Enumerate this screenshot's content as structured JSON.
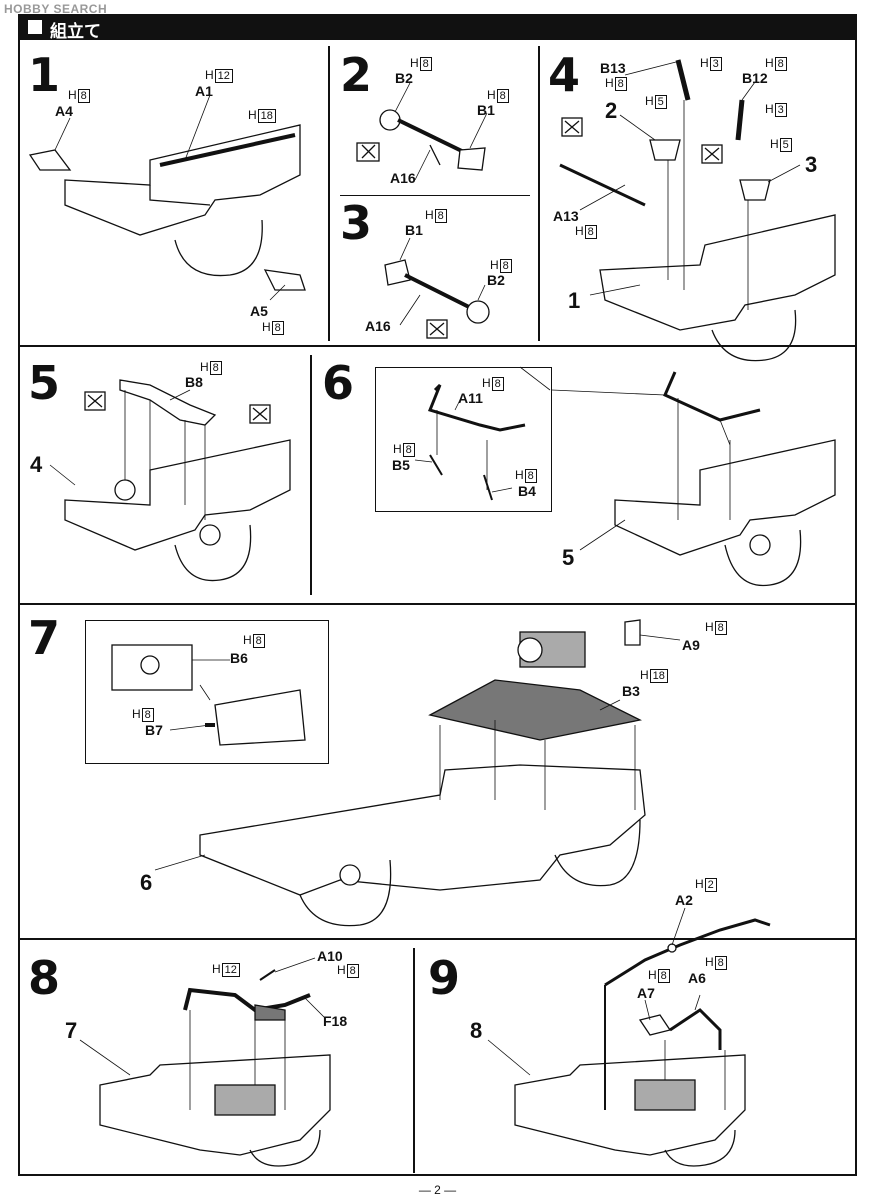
{
  "logo_text": "HOBBY SEARCH",
  "section_title": "組立て",
  "page_number": "— 2 —",
  "steps": [
    {
      "num": "1"
    },
    {
      "num": "2"
    },
    {
      "num": "3"
    },
    {
      "num": "4"
    },
    {
      "num": "5"
    },
    {
      "num": "6"
    },
    {
      "num": "7"
    },
    {
      "num": "8"
    },
    {
      "num": "9"
    }
  ],
  "labels": {
    "s1_a1": "A1",
    "s1_a4": "A4",
    "s1_a5": "A5",
    "s2_b2": "B2",
    "s2_b1": "B1",
    "s2_a16": "A16",
    "s3_b1": "B1",
    "s3_b2": "B2",
    "s3_a16": "A16",
    "s4_b13": "B13",
    "s4_b12": "B12",
    "s4_2": "2",
    "s4_3": "3",
    "s4_a13": "A13",
    "s4_1": "1",
    "s5_b8": "B8",
    "s5_4": "4",
    "s6_a11": "A11",
    "s6_b5": "B5",
    "s6_b4": "B4",
    "s6_5": "5",
    "s7_b6": "B6",
    "s7_b7": "B7",
    "s7_a9": "A9",
    "s7_b3": "B3",
    "s7_6": "6",
    "s8_a10": "A10",
    "s8_f18": "F18",
    "s8_7": "7",
    "s9_a2": "A2",
    "s9_a7": "A7",
    "s9_a6": "A6",
    "s9_8": "8"
  },
  "hardness": {
    "h_prefix": "H",
    "h2": "2",
    "h3": "3",
    "h5": "5",
    "h8": "8",
    "h12": "12",
    "h18": "18"
  }
}
